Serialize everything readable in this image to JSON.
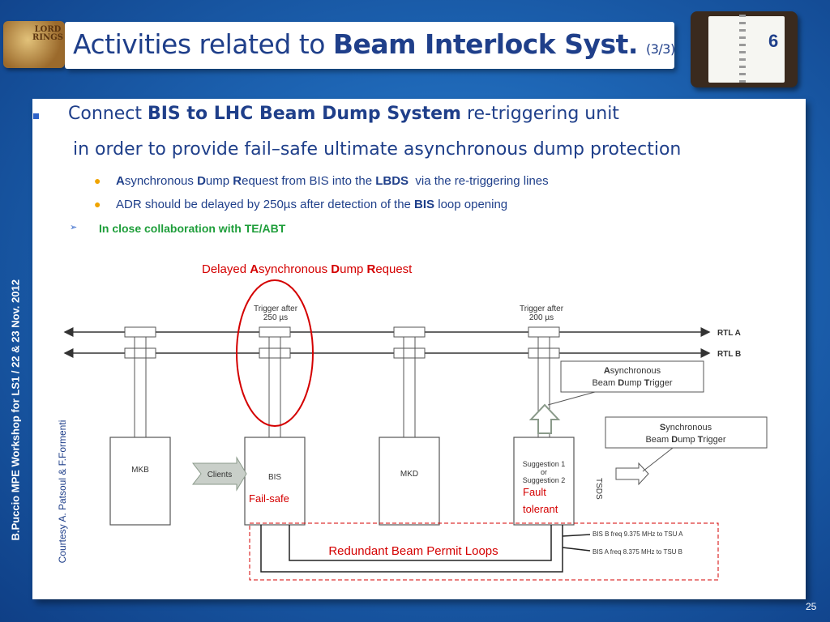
{
  "title": {
    "prefix": "Activities related to ",
    "bold": "Beam Interlock Syst.",
    "suffix": "(3/3)"
  },
  "logo_text": "LORD RINGS",
  "slide_badge": "6",
  "bullets": {
    "main_prefix": "Connect ",
    "main_bold": "BIS to LHC Beam Dump System",
    "main_suffix": " re-triggering unit",
    "line2": "in order to provide fail–safe ultimate asynchronous dump protection",
    "sub1": {
      "a": "A",
      "b": "synchronous ",
      "c": "D",
      "d": "ump ",
      "e": "R",
      "f": "equest from BIS into the ",
      "g": "LBDS",
      "h": "  via the re-triggering lines"
    },
    "sub2": {
      "a": "ADR should be delayed by 250µs after detection of the ",
      "b": "BIS",
      "c": " loop opening"
    },
    "collab": "In close collaboration with TE/ABT"
  },
  "diagram": {
    "adr_label": {
      "a": "Delayed ",
      "b": "A",
      "c": "synchronous ",
      "d": "D",
      "e": "ump ",
      "f": "R",
      "g": "equest"
    },
    "trigger_250": [
      "Trigger after",
      "250 µs"
    ],
    "trigger_200": [
      "Trigger after",
      "200 µs"
    ],
    "rtl_a": "RTL A",
    "rtl_b": "RTL B",
    "async_box": {
      "a": "A",
      "b": "synchronous",
      "c": "Beam ",
      "d": "D",
      "e": "ump ",
      "f": "T",
      "g": "rigger"
    },
    "sync_box": {
      "a": "S",
      "b": "ynchronous",
      "c": "Beam ",
      "d": "D",
      "e": "ump ",
      "f": "T",
      "g": "rigger"
    },
    "mkb": "MKB",
    "clients": "Clients",
    "bis": "BIS",
    "mkd": "MKD",
    "suggestion": [
      "Suggestion 1",
      "or",
      "Suggestion 2"
    ],
    "tsds": "TSDS",
    "fail_safe": "Fail-safe",
    "fault_tolerant": [
      "Fault",
      "tolerant"
    ],
    "redundant": "Redundant Beam Permit Loops",
    "bis_b": "BIS B freq 9.375 MHz to TSU A",
    "bis_a": "BIS A freq 8.375 MHz to TSU B"
  },
  "side_text": "B.Puccio  MPE Workshop for LS1 /  22 & 23 Nov. 2012",
  "courtesy": "Courtesy A. Patsoul & F.Formenti",
  "page_number": "25",
  "colors": {
    "title": "#1f3f8a",
    "accent_red": "#d40000",
    "green": "#1e9e3a",
    "bullet_orange": "#f0a400"
  }
}
